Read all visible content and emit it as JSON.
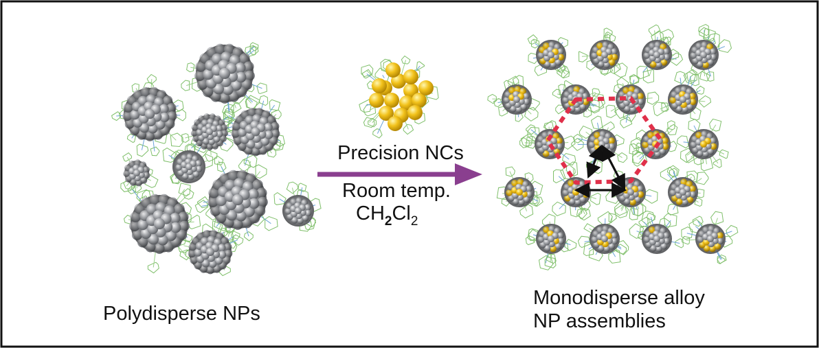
{
  "left_label": "Polydisperse NPs",
  "right_label_line1": "Monodisperse alloy",
  "right_label_line2": "NP assemblies",
  "arrow_top_label": "Precision NCs",
  "arrow_bottom_line1": "Room temp.",
  "formula": {
    "part1": "CH",
    "sub1": "2",
    "part2": "Cl",
    "sub2": "2"
  },
  "colors": {
    "frame": "#111111",
    "arrow": "#8a3f8f",
    "gold": "#f2c21b",
    "particle_grey": "#9a9ca0",
    "ligand_green": "#7fbf6a",
    "hexagon_dashes": "#e0304a"
  }
}
